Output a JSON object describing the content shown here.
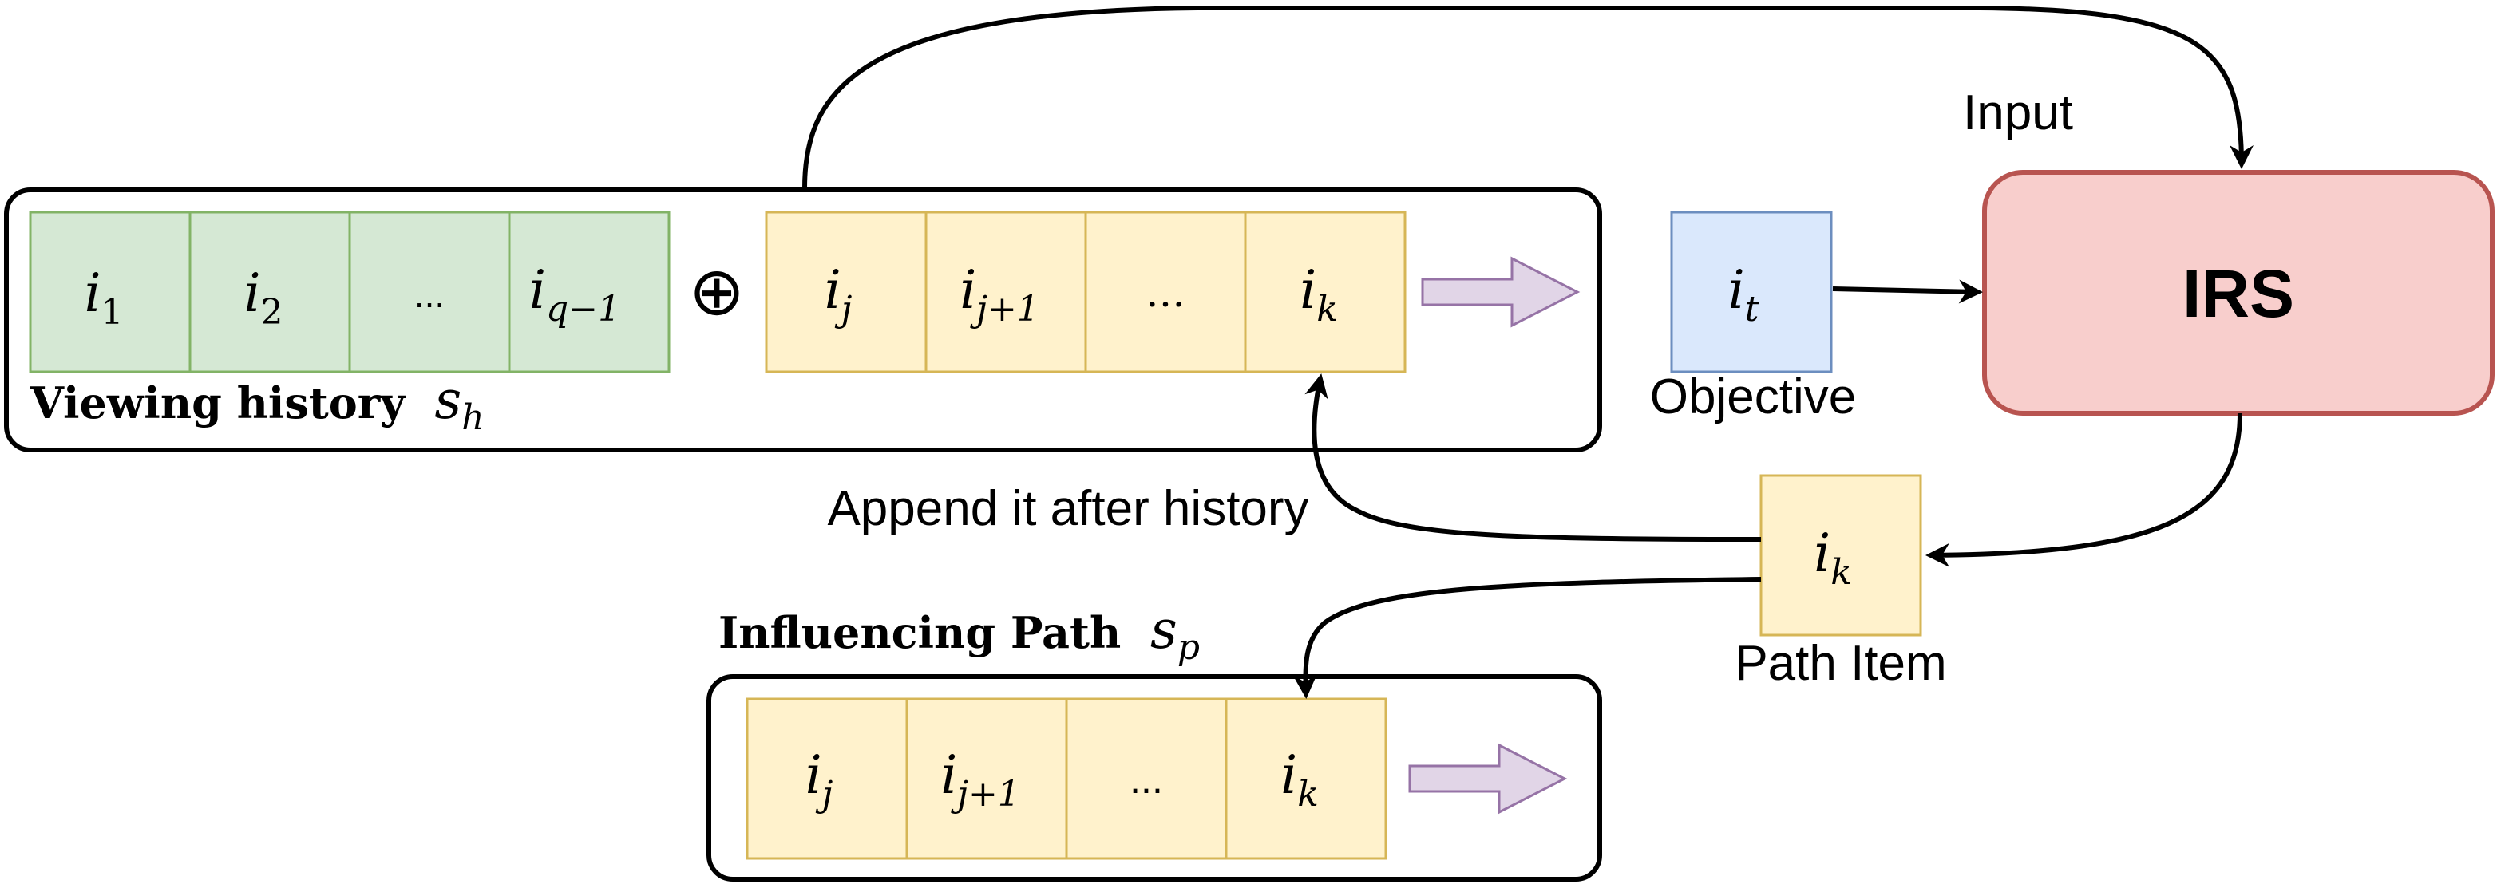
{
  "labels": {
    "input": "Input",
    "objective": "Objective",
    "append": "Append it after history",
    "path_item": "Path Item",
    "viewing_history": "Viewing history",
    "influencing_path": "Influencing Path"
  },
  "irs": {
    "label": "IRS"
  },
  "operator": "⊕",
  "history_items": [
    {
      "main": "i",
      "sub": "1"
    },
    {
      "main": "i",
      "sub": "2"
    },
    {
      "main": "...",
      "sub": ""
    },
    {
      "main": "i",
      "sub": "q−1"
    }
  ],
  "appended_items": [
    {
      "main": "i",
      "sub": "j"
    },
    {
      "main": "i",
      "sub": "j+1"
    },
    {
      "main": "…",
      "sub": ""
    },
    {
      "main": "i",
      "sub": "k"
    }
  ],
  "path_items": [
    {
      "main": "i",
      "sub": "j"
    },
    {
      "main": "i",
      "sub": "j+1"
    },
    {
      "main": "...",
      "sub": ""
    },
    {
      "main": "i",
      "sub": "k"
    }
  ],
  "objective_item": {
    "main": "i",
    "sub": "t"
  },
  "path_item_box": {
    "main": "i",
    "sub": "k"
  },
  "viewing_history_symbol": {
    "main": "s",
    "sub": "h"
  },
  "influencing_path_symbol": {
    "main": "s",
    "sub": "p"
  },
  "colors": {
    "green_fill": "#d5e8d4",
    "green_stroke": "#82b366",
    "yellow_fill": "#fff2cc",
    "yellow_stroke": "#d6b656",
    "blue_fill": "#dae8fc",
    "blue_stroke": "#6c8ebf",
    "red_fill": "#f8cecc",
    "red_stroke": "#b85450",
    "arrow_fill": "#e1d5e7",
    "arrow_stroke": "#9673a6"
  }
}
